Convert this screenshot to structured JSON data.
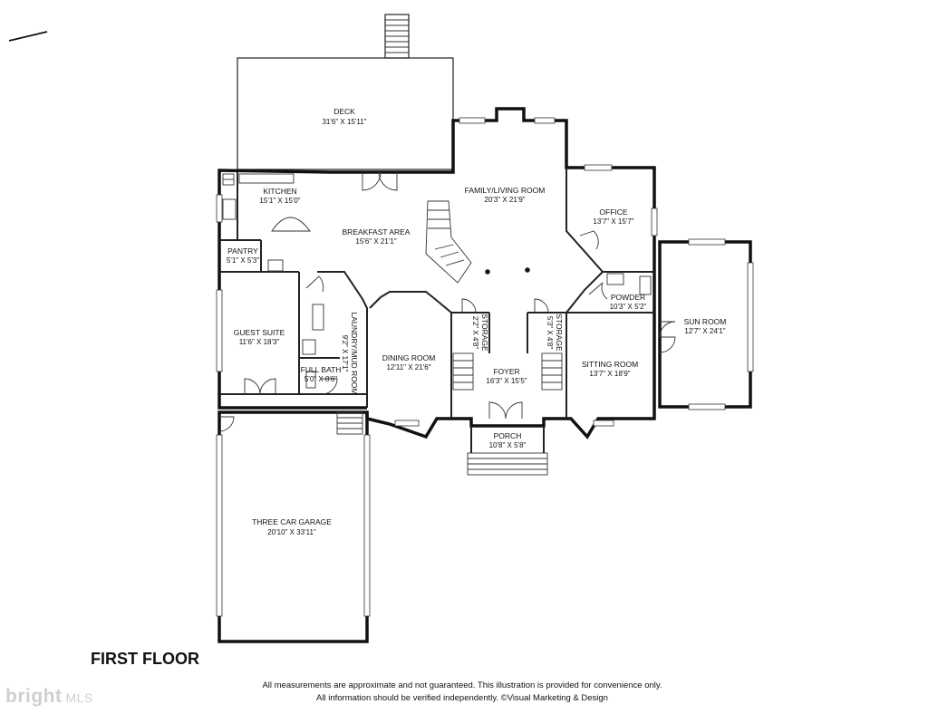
{
  "floor_title": "FIRST FLOOR",
  "rooms": [
    {
      "name": "DECK",
      "dims": "31'6\" X 15'11\""
    },
    {
      "name": "KITCHEN",
      "dims": "15'1\" X 15'0\""
    },
    {
      "name": "BREAKFAST AREA",
      "dims": "15'6\" X 21'1\""
    },
    {
      "name": "FAMILY/LIVING ROOM",
      "dims": "20'3\" X 21'9\""
    },
    {
      "name": "OFFICE",
      "dims": "13'7\" X 15'7\""
    },
    {
      "name": "PANTRY",
      "dims": "5'1\" X 5'3\""
    },
    {
      "name": "POWDER",
      "dims": "10'3\" X 5'2\""
    },
    {
      "name": "SUN ROOM",
      "dims": "12'7\" X 24'1\""
    },
    {
      "name": "GUEST SUITE",
      "dims": "11'6\" X 18'3\""
    },
    {
      "name": "LAUNDRY/MUD ROOM",
      "dims": "9'2\" X 17'1\""
    },
    {
      "name": "STORAGE",
      "dims": "2'2\" X 4'8\""
    },
    {
      "name": "STORAGE",
      "dims": "5'3\" X 4'8\""
    },
    {
      "name": "DINING ROOM",
      "dims": "12'11\" X 21'6\""
    },
    {
      "name": "FOYER",
      "dims": "16'3\" X 15'5\""
    },
    {
      "name": "SITTING ROOM",
      "dims": "13'7\" X 18'9\""
    },
    {
      "name": "FULL BATH",
      "dims": "5'0\" X 8'6\""
    },
    {
      "name": "PORCH",
      "dims": "10'8\" X 5'8\""
    },
    {
      "name": "THREE CAR GARAGE",
      "dims": "20'10\" X 33'11\""
    }
  ],
  "disclaimer": {
    "line1": "All measurements are approximate and not guaranteed. This illustration is provided for convenience only.",
    "line2": "All information should be verified independently. ©Visual Marketing & Design"
  },
  "watermark": {
    "brand": "bright",
    "suffix": "MLS"
  },
  "colors": {
    "ink": "#111111",
    "paper": "#ffffff",
    "watermark": "#cfcfcf"
  }
}
